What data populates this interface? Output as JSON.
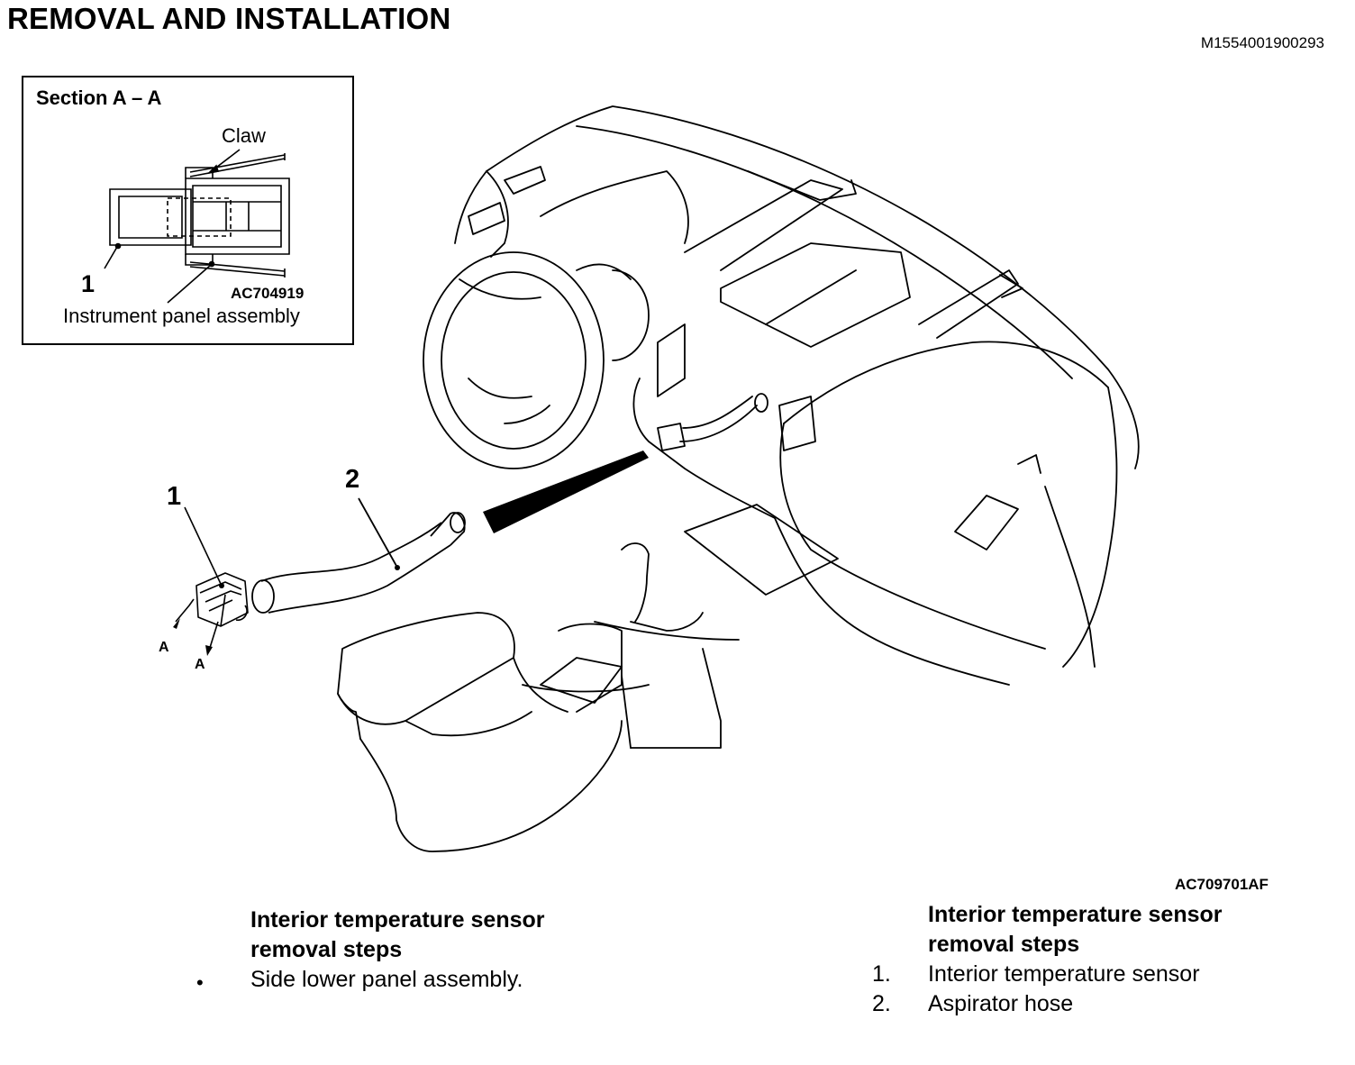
{
  "header": {
    "title": "REMOVAL AND INSTALLATION",
    "doc_id": "M1554001900293"
  },
  "inset": {
    "section_title": "Section A – A",
    "claw_label": "Claw",
    "part_number": "1",
    "figure_code": "AC704919",
    "panel_label": "Instrument panel assembly"
  },
  "figure": {
    "callout_1": "1",
    "callout_2": "2",
    "arrow_label_1": "A",
    "arrow_label_2": "A",
    "figure_code": "AC709701AF"
  },
  "steps_left": {
    "heading_line1": "Interior temperature sensor",
    "heading_line2": "removal steps",
    "bullet": "•",
    "item": "Side lower panel assembly."
  },
  "steps_right": {
    "heading_line1": "Interior temperature sensor",
    "heading_line2": "removal steps",
    "items": [
      {
        "no": "1.",
        "label": "Interior temperature sensor"
      },
      {
        "no": "2.",
        "label": "Aspirator hose"
      }
    ]
  }
}
